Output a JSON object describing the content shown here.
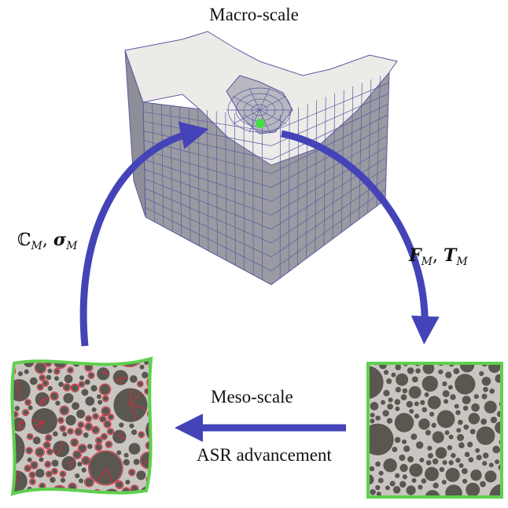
{
  "title": "Macro-scale",
  "meso_title": "Meso-scale",
  "bottom_caption": "ASR advancement",
  "left_arrow_label": {
    "symbol_C": "ℂ",
    "sub_C": "M",
    "comma": ",",
    "symbol_sigma": "σ",
    "sub_sigma": "M"
  },
  "right_arrow_label": {
    "symbol_F": "F",
    "sub_F": "M",
    "comma": ",",
    "symbol_T": "T",
    "sub_T": "M"
  },
  "colors": {
    "arrow": "#4444b8",
    "frame": "#5fcf4e",
    "aggregate": "#5a5650",
    "matrix": "#c9c6c2",
    "crack": "#e0283c",
    "mesh_edge": "#5a5aa0",
    "mesh_face_top": "#ecebe8",
    "mesh_face_side": "#9a9aa2",
    "material_point": "#44dd44"
  }
}
